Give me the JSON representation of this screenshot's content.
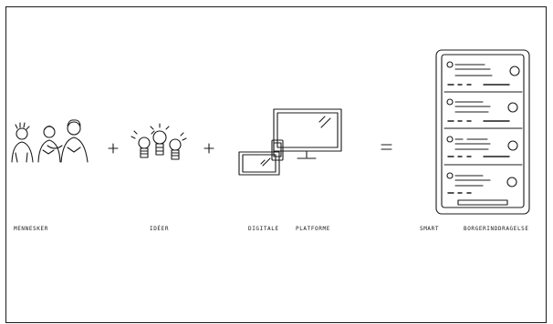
{
  "labels": {
    "people": "MENNESKER",
    "ideas": "IDÉER",
    "digital": "DIGITALE",
    "platforms": "PLATFORME",
    "smart": "SMART",
    "citizen": "BORGERINDDRAGELSE"
  },
  "operators": {
    "plus1": "+",
    "plus2": "+",
    "equals": "="
  },
  "colors": {
    "ink": "#1a1a1a",
    "paper": "#ffffff"
  }
}
